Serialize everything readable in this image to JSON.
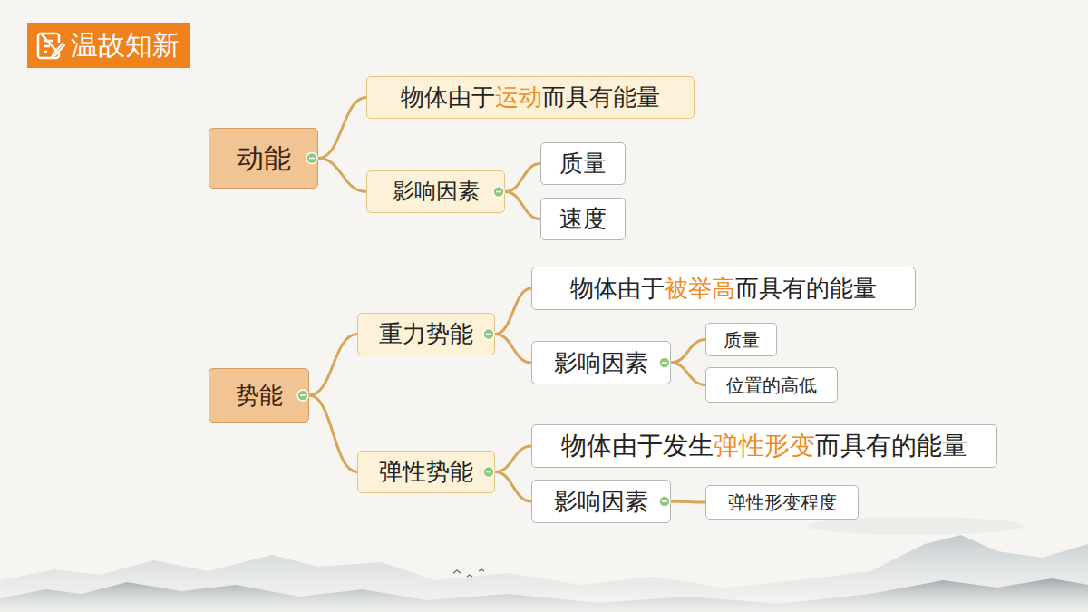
{
  "diagram": {
    "title": "温故知新",
    "nodes": [
      {
        "text": [
          "动能"
        ]
      },
      {
        "text": [
          "物体由于运动而具有能量"
        ]
      },
      {
        "text": [
          "影响因素"
        ]
      },
      {
        "text": [
          "质量"
        ]
      },
      {
        "text": [
          "速度"
        ]
      },
      {
        "text": [
          "势能"
        ]
      },
      {
        "text": [
          "重力势能"
        ]
      },
      {
        "text": [
          "物体由于被举高而具有的能量"
        ]
      },
      {
        "text": [
          "影响因素"
        ]
      },
      {
        "text": [
          "质量"
        ]
      },
      {
        "text": [
          "位置的高低"
        ]
      },
      {
        "text": [
          "弹性势能"
        ]
      },
      {
        "text": [
          "物体由于发生弹性形变而具有的能量"
        ]
      },
      {
        "text": [
          "影响因素"
        ]
      },
      {
        "text": [
          "弹性形变程度"
        ]
      }
    ],
    "edges": [
      {
        "from": 0,
        "to": 1,
        "arrow": "none"
      },
      {
        "from": 0,
        "to": 2,
        "arrow": "none"
      },
      {
        "from": 2,
        "to": 3,
        "arrow": "none"
      },
      {
        "from": 2,
        "to": 4,
        "arrow": "none"
      },
      {
        "from": 5,
        "to": 6,
        "arrow": "none"
      },
      {
        "from": 5,
        "to": 11,
        "arrow": "none"
      },
      {
        "from": 6,
        "to": 7,
        "arrow": "none"
      },
      {
        "from": 6,
        "to": 8,
        "arrow": "none"
      },
      {
        "from": 8,
        "to": 9,
        "arrow": "none"
      },
      {
        "from": 8,
        "to": 10,
        "arrow": "none"
      },
      {
        "from": 11,
        "to": 12,
        "arrow": "none"
      },
      {
        "from": 11,
        "to": 13,
        "arrow": "none"
      },
      {
        "from": 13,
        "to": 14,
        "arrow": "none"
      }
    ]
  }
}
